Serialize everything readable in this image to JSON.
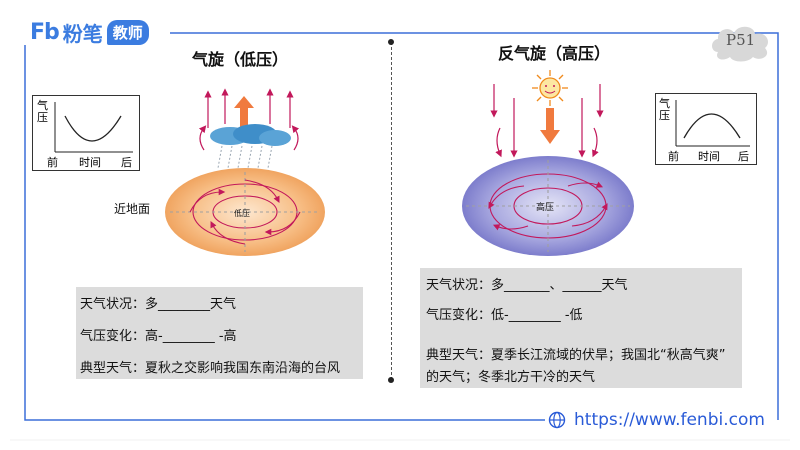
{
  "logo": {
    "fb": "Fb",
    "brand": "粉笔",
    "tag": "教师"
  },
  "page_badge": "P51",
  "left": {
    "title": "气旋（低压）",
    "mini_chart": {
      "y_label": "气压",
      "x_labels": [
        "前",
        "时间",
        "后"
      ]
    },
    "near_ground_label": "近地面",
    "center_label": "低压",
    "info": {
      "weather": "天气状况：多________天气",
      "pressure": "气压变化：高-________ -高",
      "typical": "典型天气：夏秋之交影响我国东南沿海的台风"
    }
  },
  "right": {
    "title": "反气旋（高压）",
    "mini_chart": {
      "y_label": "气压",
      "x_labels": [
        "前",
        "时间",
        "后"
      ]
    },
    "center_label": "高压",
    "info": {
      "weather": "天气状况：多_______、______天气",
      "pressure": "气压变化：低-________ -低",
      "typical_line1": "典型天气：夏季长江流域的伏旱；我国北“秋高气爽”",
      "typical_line2": "的天气；冬季北方干冷的天气"
    }
  },
  "footer": {
    "url": "https://www.fenbi.com",
    "globe_icon": "globe-icon"
  },
  "colors": {
    "brand": "#3b7ce0",
    "arrow": "#c2185b",
    "low_fill": "#f3b070",
    "high_fill": "#8f8fd6",
    "frame": "#3b6fd9"
  }
}
